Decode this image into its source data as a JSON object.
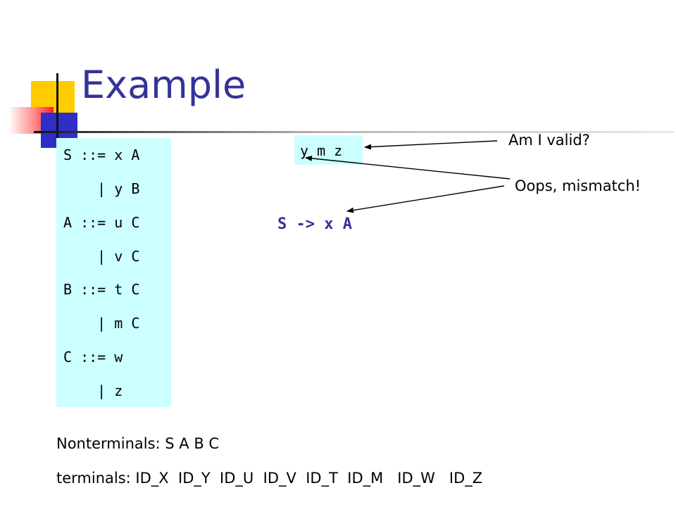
{
  "slide": {
    "title": "Example"
  },
  "grammar": {
    "lines": [
      "S ::= x A",
      "    | y B",
      "A ::= u C",
      "    | v C",
      "B ::= t C",
      "    | m C",
      "C ::= w",
      "    | z"
    ]
  },
  "input": {
    "text": "y m z"
  },
  "derivation": {
    "text": "S -> x A"
  },
  "annotations": {
    "valid_question": "Am I valid?",
    "mismatch": "Oops, mismatch!"
  },
  "footer": {
    "nonterminals": "Nonterminals: S A B C",
    "terminals": "terminals: ID_X  ID_Y  ID_U  ID_V  ID_T  ID_M   ID_W   ID_Z"
  },
  "colors": {
    "title": "#333399",
    "box_fill": "#ccffff",
    "derivation": "#333399",
    "accent_yellow": "#ffcc00",
    "accent_blue": "#2e2ec8",
    "accent_red": "#ff2020"
  }
}
